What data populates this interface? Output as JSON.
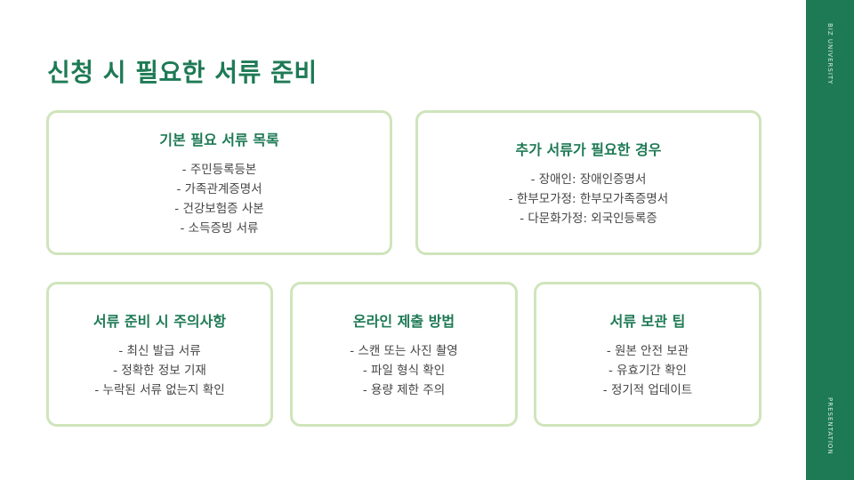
{
  "slide": {
    "title": "신청 시 필요한 서류 준비"
  },
  "sidebar": {
    "top_text": "BIZ UNIVERSITY",
    "bottom_text": "PRESENTATION",
    "color": "#1e7a55"
  },
  "cards": {
    "basic": {
      "title": "기본 필요 서류 목록",
      "items": [
        "- 주민등록등본",
        "- 가족관계증명서",
        "- 건강보험증 사본",
        "- 소득증빙 서류"
      ]
    },
    "extra": {
      "title": "추가 서류가 필요한 경우",
      "items": [
        "- 장애인: 장애인증명서",
        "- 한부모가정: 한부모가족증명서",
        "- 다문화가정: 외국인등록증"
      ]
    },
    "caution": {
      "title": "서류 준비 시 주의사항",
      "items": [
        "- 최신 발급 서류",
        "- 정확한 정보 기재",
        "- 누락된 서류 없는지 확인"
      ]
    },
    "online": {
      "title": "온라인 제출 방법",
      "items": [
        "- 스캔 또는 사진 촬영",
        "- 파일 형식 확인",
        "- 용량 제한 주의"
      ]
    },
    "storage": {
      "title": "서류 보관 팁",
      "items": [
        "- 원본 안전 보관",
        "- 유효기간 확인",
        "- 정기적 업데이트"
      ]
    }
  },
  "colors": {
    "accent": "#1e7a55",
    "card_border": "#cfe4bb",
    "body_text": "#444444"
  }
}
